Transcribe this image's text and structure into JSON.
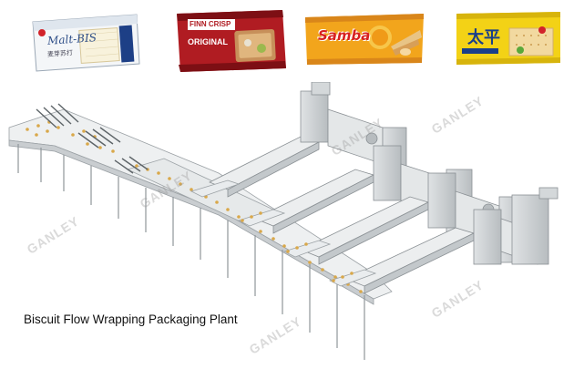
{
  "products": {
    "maltbis": {
      "brand": "Malt-BIS",
      "subtitle": "麦芽苏打"
    },
    "finn": {
      "brand": "FINN CRISP",
      "variant": "ORIGINAL"
    },
    "samba": {
      "brand": "Samba"
    },
    "dafa": {
      "brand": "太平"
    }
  },
  "caption": "Biscuit Flow Wrapping Packaging Plant",
  "watermark": "GANLEY",
  "colors": {
    "machine_frame": "#c7cbcd",
    "biscuit": "#d9a84a",
    "finn_red": "#b01c22",
    "samba_orange": "#f2a51c",
    "dafa_yellow": "#f3d216"
  }
}
